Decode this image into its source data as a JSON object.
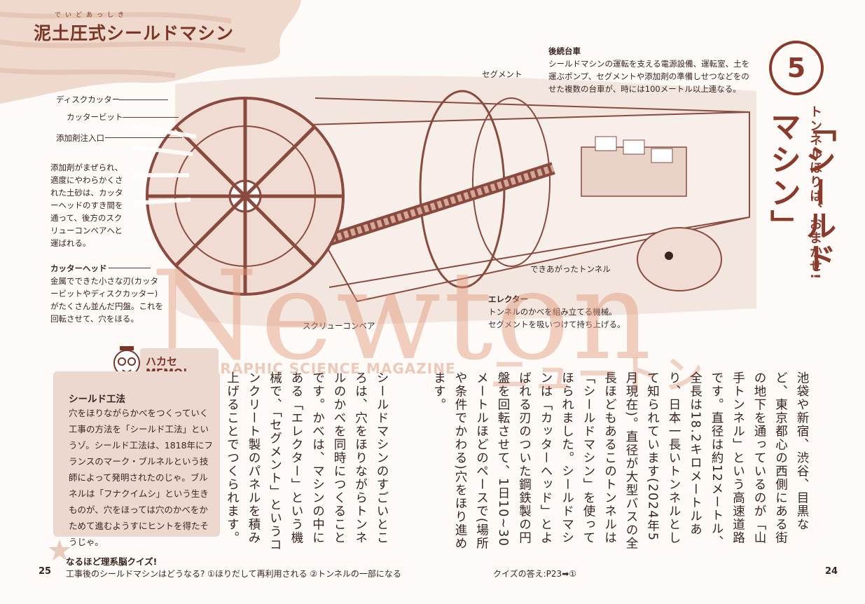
{
  "page_title": "泥土圧式シールドマシン",
  "title_ruby": "でいどあっしき",
  "chapter_number": "5",
  "sub_heading": "トンネルほりは、おまかせ!",
  "main_heading": "「シールドマシン」",
  "labels": {
    "disk_cutter": "ディスクカッター",
    "cutter_bit": "カッタービット",
    "additive_inlet": "添加剤注入口",
    "soil_note": [
      "添加剤がまぜられ、",
      "適度にやわらかくさ",
      "れた土砂は、カッタ",
      "ーヘッドのすき間を",
      "通って、後方のスク",
      "リューコンベアへと",
      "運ばれる。"
    ],
    "cutter_head_title": "カッターヘッド",
    "cutter_head_text": [
      "金属でできた小さな刃(カッタ",
      "ービットやディスクカッター)",
      "がたくさん並んだ円盤。これを",
      "回転させて、穴をほる。"
    ],
    "screw_conveyor": "スクリューコンベア",
    "segment": "セグメント",
    "erector_title": "エレクター",
    "erector_text": [
      "トンネルのかべを組み立てる機械。",
      "セグメントを吸いつけて持ち上げる。"
    ],
    "finished_tunnel": "できあがったトンネル",
    "backup_title": "後続台車",
    "backup_text": [
      "シールドマシンの運転を支える電源設備、運転室、土を",
      "運ぶポンプ、セグメントや添加剤の準備しせつなどをの",
      "せた複数の台車が、時には100メートル以上連なる。"
    ]
  },
  "body_right": "池袋や新宿、渋谷、目黒など、東京都心の西側にある街の地下を通っているのが「山手トンネル」という高速道路です。直径は約12メートル、全長は18.2キロメートルあり、日本一長いトンネルとして知られています(2024年5月現在)。直径が大型バスの全長ほどもあるこのトンネルは「シールドマシン」を使ってほられました。シールドマシンは「カッターヘッド」とよばれる刃のついた鋼鉄製の円盤を回転させて、1日10~30メートルほどのペースで(場所や条件でかわる)穴をほり進めます。",
  "body_left": "シールドマシンのすごいところは、穴をほりながらトンネルのかべを同時につくることです。かべは、マシンの中にある「エレクター」という機械で、「セグメント」というコンクリート製のパネルを積み上げることでつくられます。",
  "memo": {
    "tab_line1": "ハカセ",
    "tab_line2": "MEMO!",
    "heading": "シールド工法",
    "text": "穴をほりながらかべをつくっていく工事の方法を「シールド工法」というゾ。シールド工法は、1818年にフランスのマーク・ブルネルという技師によって発明されたのじゃ。ブルネルは「フナクイムシ」という生きものが、穴をほっては穴のかべをかためて進むようすにヒントを得たそうじゃ。"
  },
  "quiz": {
    "heading": "なるほど理系脳クイズ!",
    "question": "工事後のシールドマシンはどうなる? ①ほりだして再利用される ②トンネルの一部になる",
    "answer": "クイズの答え:P23➡①"
  },
  "page_left": "25",
  "page_right": "24",
  "watermark": {
    "logo": "Newton",
    "tagline": "GRAPHIC SCIENCE MAGAZINE",
    "kana": "ニュートン"
  },
  "colors": {
    "accent": "#8a3a2a",
    "memo_bg": "#ecd8cf",
    "illustration": "#8a4a3e"
  }
}
